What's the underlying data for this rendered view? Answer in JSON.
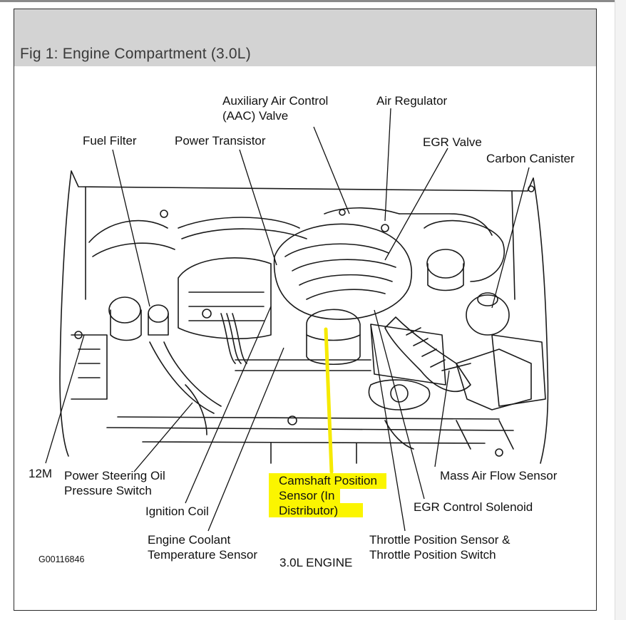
{
  "figure": {
    "title": "Fig 1: Engine Compartment (3.0L)",
    "ref_code": "G00116846",
    "caption": "3.0L ENGINE"
  },
  "labels": {
    "aac_valve": [
      "Auxiliary Air Control",
      "(AAC) Valve"
    ],
    "air_regulator": "Air Regulator",
    "fuel_filter": "Fuel Filter",
    "power_transistor": "Power Transistor",
    "egr_valve": "EGR Valve",
    "carbon_canister": "Carbon Canister",
    "twelve_m": "12M",
    "ps_switch": [
      "Power Steering Oil",
      "Pressure Switch"
    ],
    "ignition_coil": "Ignition Coil",
    "camshaft_sensor": [
      "Camshaft Position",
      "Sensor (In",
      "Distributor)"
    ],
    "maf_sensor": "Mass Air Flow Sensor",
    "egr_solenoid": "EGR Control Solenoid",
    "ect_sensor": [
      "Engine Coolant",
      "Temperature Sensor"
    ],
    "tps": [
      "Throttle Position Sensor &",
      "Throttle Position Switch"
    ]
  },
  "colors": {
    "highlight": "#fbf500",
    "title_bar": "#d3d3d3",
    "ink": "#111111"
  }
}
